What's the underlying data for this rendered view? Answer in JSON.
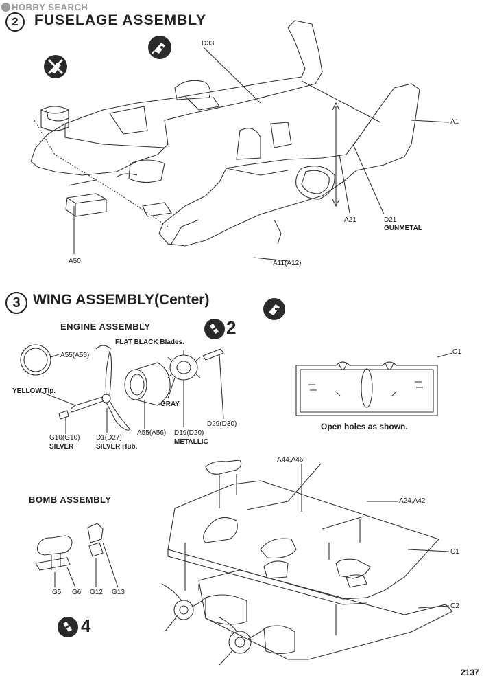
{
  "watermark": "HOBBY SEARCH",
  "step2": {
    "number": "2",
    "title": "FUSELAGE ASSEMBLY",
    "labels": {
      "d33": "D33",
      "a1": "A1",
      "a21": "A21",
      "d21": "D21",
      "gunmetal": "GUNMETAL",
      "a50": "A50",
      "a11": "A11(A12)"
    }
  },
  "step3": {
    "number": "3",
    "title": "WING ASSEMBLY(Center)",
    "engine_assembly": {
      "heading": "ENGINE ASSEMBLY",
      "ref_number": "2",
      "labels": {
        "a55_top": "A55(A56)",
        "flat_black": "FLAT BLACK Blades.",
        "yellow_tip": "YELLOW Tip.",
        "gray": "GRAY",
        "g10": "G10(G10)",
        "silver": "SILVER",
        "d1": "D1(D27)",
        "silver_hub": "SILVER Hub.",
        "a55_bottom": "A55(A56)",
        "d19": "D19(D20)",
        "metallic": "METALLIC",
        "d29": "D29(D30)"
      }
    },
    "wing_part": {
      "c1": "C1",
      "instruction": "Open holes as shown."
    },
    "bomb_assembly": {
      "heading": "BOMB ASSEMBLY",
      "ref_number": "4",
      "labels": {
        "g5": "G5",
        "g6": "G6",
        "g12": "G12",
        "g13": "G13"
      }
    },
    "wing_assembly_labels": {
      "a44": "A44,A46",
      "a24": "A24,A42",
      "c1": "C1",
      "c2": "C2"
    }
  },
  "page_number": "2137"
}
